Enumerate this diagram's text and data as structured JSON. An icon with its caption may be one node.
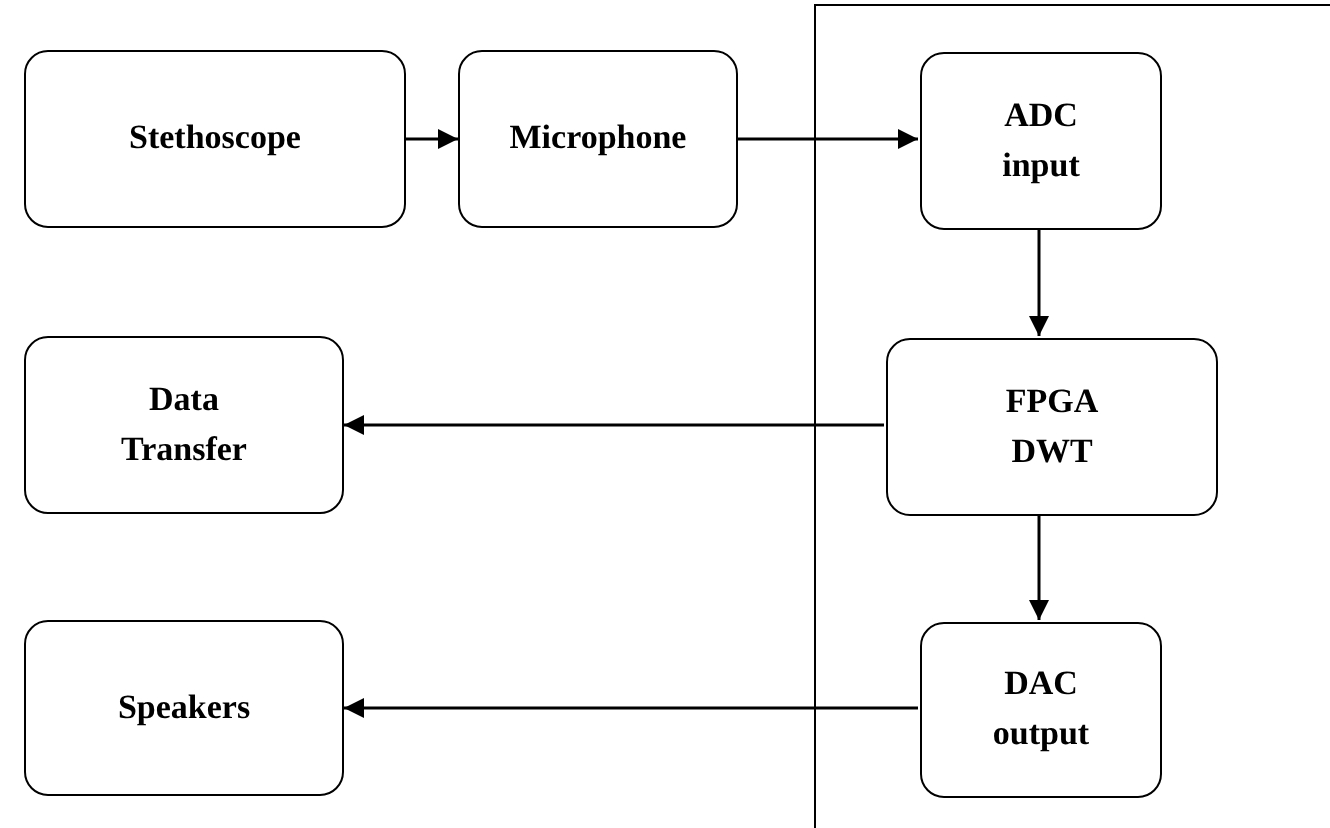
{
  "diagram": {
    "nodes": [
      {
        "text": [
          "Stethoscope"
        ]
      },
      {
        "text": [
          "Microphone"
        ]
      },
      {
        "text": [],
        "shape": "box"
      },
      {
        "text": [
          "ADC input"
        ],
        "in": 2
      },
      {
        "text": [
          "Data Transfer"
        ]
      },
      {
        "text": [
          "FPGA DWT"
        ],
        "in": 2
      },
      {
        "text": [
          "Speakers"
        ]
      },
      {
        "text": [
          "DAC output"
        ],
        "in": 2
      }
    ],
    "edges": [
      {
        "from": 0,
        "to": 1,
        "arrow": "to"
      },
      {
        "from": 1,
        "to": 3,
        "arrow": "to"
      },
      {
        "from": 3,
        "to": 5,
        "arrow": "to"
      },
      {
        "from": 5,
        "to": 4,
        "arrow": "to"
      },
      {
        "from": 5,
        "to": 7,
        "arrow": "to"
      },
      {
        "from": 7,
        "to": 6,
        "arrow": "to"
      }
    ]
  }
}
